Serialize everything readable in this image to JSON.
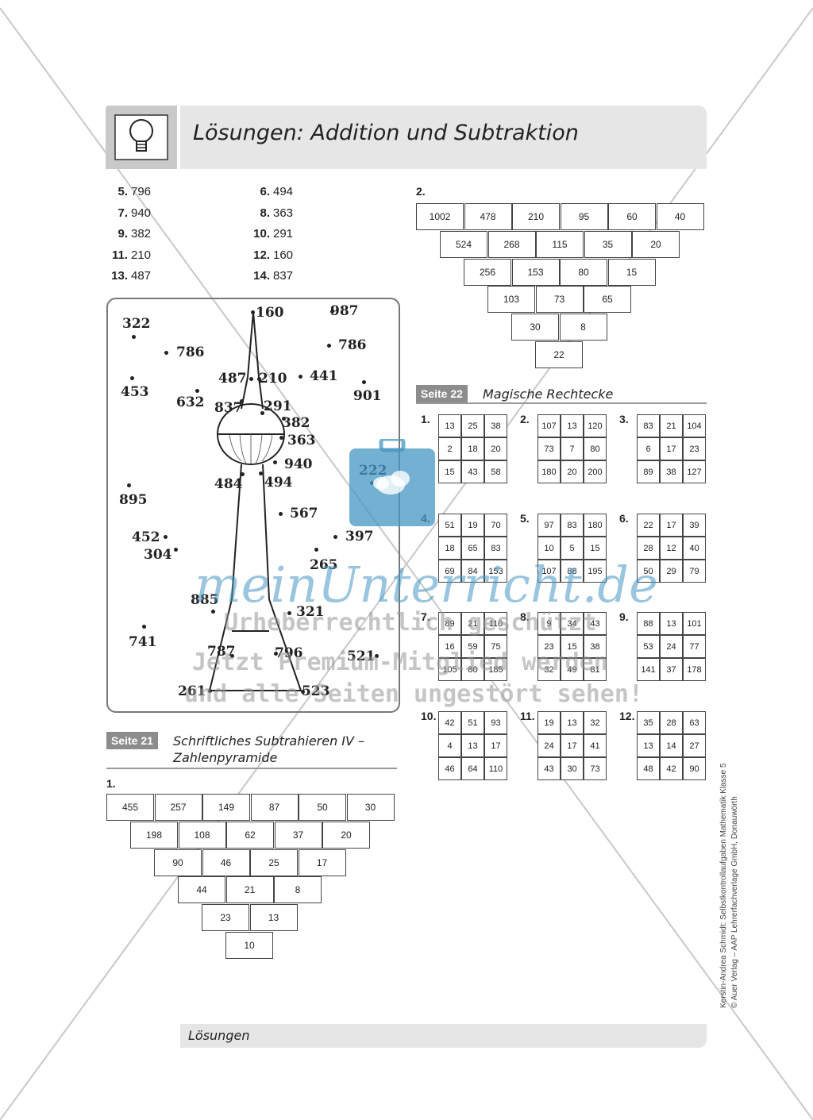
{
  "header": {
    "title": "Lösungen: Addition und Subtraktion",
    "icon": "lightbulb-icon"
  },
  "answers": [
    {
      "num": "5.",
      "val": "796"
    },
    {
      "num": "6.",
      "val": "494"
    },
    {
      "num": "7.",
      "val": "940"
    },
    {
      "num": "8.",
      "val": "363"
    },
    {
      "num": "9.",
      "val": "382"
    },
    {
      "num": "10.",
      "val": "291"
    },
    {
      "num": "11.",
      "val": "210"
    },
    {
      "num": "12.",
      "val": "160"
    },
    {
      "num": "13.",
      "val": "487"
    },
    {
      "num": "14.",
      "val": "837"
    }
  ],
  "tower_labels": [
    "160",
    "987",
    "322",
    "786",
    "786",
    "487",
    "210",
    "441",
    "453",
    "632",
    "901",
    "837",
    "291",
    "382",
    "363",
    "940",
    "222",
    "484",
    "494",
    "895",
    "567",
    "452",
    "397",
    "304",
    "265",
    "885",
    "321",
    "741",
    "787",
    "796",
    "521",
    "261",
    "523"
  ],
  "pyramid2": {
    "label": "2.",
    "rows": [
      [
        "1002",
        "478",
        "210",
        "95",
        "60",
        "40"
      ],
      [
        "524",
        "268",
        "115",
        "35",
        "20"
      ],
      [
        "256",
        "153",
        "80",
        "15"
      ],
      [
        "103",
        "73",
        "65"
      ],
      [
        "30",
        "8"
      ],
      [
        "22"
      ]
    ]
  },
  "seite21": {
    "badge": "Seite 21",
    "title_line1": "Schriftliches Subtrahieren IV –",
    "title_line2": "Zahlenpyramide"
  },
  "pyramid1": {
    "label": "1.",
    "rows": [
      [
        "455",
        "257",
        "149",
        "87",
        "50",
        "30"
      ],
      [
        "198",
        "108",
        "62",
        "37",
        "20"
      ],
      [
        "90",
        "46",
        "25",
        "17"
      ],
      [
        "44",
        "21",
        "8"
      ],
      [
        "23",
        "13"
      ],
      [
        "10"
      ]
    ]
  },
  "seite22": {
    "badge": "Seite 22",
    "title": "Magische Rechtecke"
  },
  "magic": [
    {
      "label": "1.",
      "cells": [
        "13",
        "25",
        "38",
        "2",
        "18",
        "20",
        "15",
        "43",
        "58"
      ]
    },
    {
      "label": "2.",
      "cells": [
        "107",
        "13",
        "120",
        "73",
        "7",
        "80",
        "180",
        "20",
        "200"
      ]
    },
    {
      "label": "3.",
      "cells": [
        "83",
        "21",
        "104",
        "6",
        "17",
        "23",
        "89",
        "38",
        "127"
      ]
    },
    {
      "label": "4.",
      "cells": [
        "51",
        "19",
        "70",
        "18",
        "65",
        "83",
        "69",
        "84",
        "153"
      ]
    },
    {
      "label": "5.",
      "cells": [
        "97",
        "83",
        "180",
        "10",
        "5",
        "15",
        "107",
        "88",
        "195"
      ]
    },
    {
      "label": "6.",
      "cells": [
        "22",
        "17",
        "39",
        "28",
        "12",
        "40",
        "50",
        "29",
        "79"
      ]
    },
    {
      "label": "7.",
      "cells": [
        "89",
        "21",
        "110",
        "16",
        "59",
        "75",
        "105",
        "80",
        "185"
      ]
    },
    {
      "label": "8.",
      "cells": [
        "9",
        "34",
        "43",
        "23",
        "15",
        "38",
        "32",
        "49",
        "81"
      ]
    },
    {
      "label": "9.",
      "cells": [
        "88",
        "13",
        "101",
        "53",
        "24",
        "77",
        "141",
        "37",
        "178"
      ]
    },
    {
      "label": "10.",
      "cells": [
        "42",
        "51",
        "93",
        "4",
        "13",
        "17",
        "46",
        "64",
        "110"
      ]
    },
    {
      "label": "11.",
      "cells": [
        "19",
        "13",
        "32",
        "24",
        "17",
        "41",
        "43",
        "30",
        "73"
      ]
    },
    {
      "label": "12.",
      "cells": [
        "35",
        "28",
        "63",
        "13",
        "14",
        "27",
        "48",
        "42",
        "90"
      ]
    }
  ],
  "footer": {
    "label": "Lösungen"
  },
  "credit": {
    "line1": "Kerstin-Andrea Schmidt: Selbstkontrollaufgaben Mathematik Klasse 5",
    "line2": "© Auer Verlag – AAP Lehrerfachverlage GmbH, Donauwörth"
  },
  "watermark": {
    "brand": "meinUnterricht.de",
    "line1": "Urheberrechtlich geschützt",
    "line2": "Jetzt Premium-Mitglied werden",
    "line3": "und alle Seiten ungestört sehen!"
  }
}
